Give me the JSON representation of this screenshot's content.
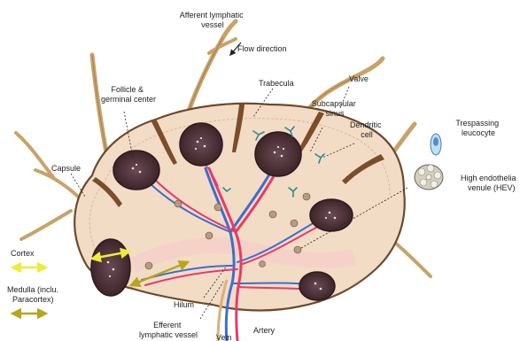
{
  "labels": {
    "afferent_lymphatic": [
      "Afferent lymphatic",
      "vessel"
    ],
    "flow_direction": "Flow direction",
    "trabecula": "Trabecula",
    "valve": "Valve",
    "follicle": [
      "Follicle &",
      "germinal center"
    ],
    "subcapsular_sinus": [
      "Subcapsular",
      "sinus"
    ],
    "dendritic_cell": [
      "Dendritic",
      "cell"
    ],
    "trespassing_leucocyte": [
      "Trespassing",
      "leucocyte"
    ],
    "hev": [
      "High endothelia",
      "venule (HEV)"
    ],
    "capsule": "Capsule",
    "cortex": "Cortex",
    "medulla": [
      "Medulla (inclu.",
      "Paracortex)"
    ],
    "hilum": "Hilum",
    "efferent_lymphatic": [
      "Efferent",
      "lymphatic vessel"
    ],
    "vein": "Vein",
    "artery": "Artery"
  },
  "colors": {
    "node_fill": "#f3dcc6",
    "node_outline": "#6b4a2c",
    "trabecula": "#7a4e2a",
    "follicle": "#4a2f33",
    "artery": "#e63b6a",
    "vein": "#3a6fd0",
    "lymph_vessel": "#d8b27a",
    "cortex_arrow": "#ecec3a",
    "medulla_arrow": "#b7a51c",
    "dendritic": "#2f8a8a"
  }
}
